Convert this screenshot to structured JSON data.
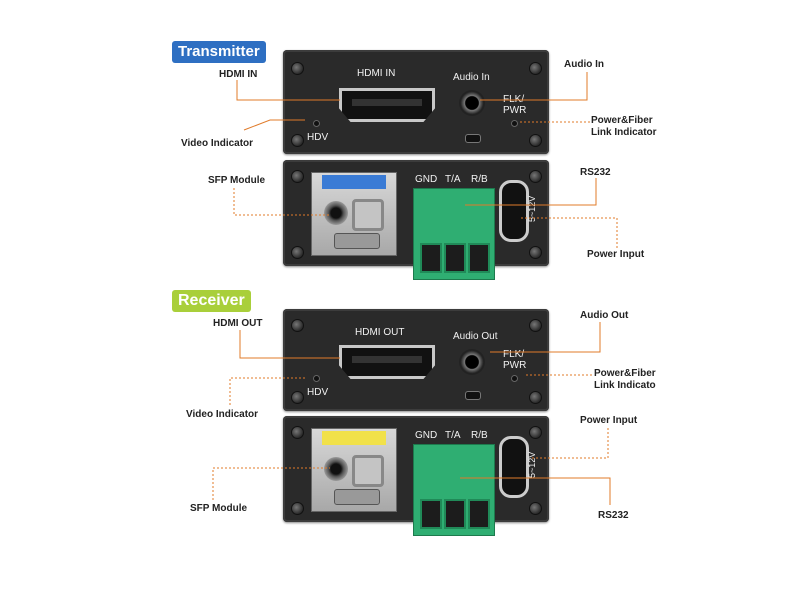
{
  "transmitter": {
    "badge": "Transmitter",
    "top_panel": {
      "hdmi_label": "HDMI IN",
      "audio_label": "Audio In",
      "flk_label": "FLK/\nPWR",
      "hdv_label": "HDV"
    },
    "bottom_panel": {
      "gnd": "GND",
      "ta": "T/A",
      "rb": "R/B",
      "voltage": "5~12V"
    },
    "callouts": {
      "hdmi": "HDMI IN",
      "audio": "Audio In",
      "video_indicator": "Video Indicator",
      "power_fiber": "Power&Fiber\nLink Indicator",
      "sfp": "SFP Module",
      "rs232": "RS232",
      "power_input": "Power Input"
    },
    "sfp_tag_color": "#3a7bd5"
  },
  "receiver": {
    "badge": "Receiver",
    "top_panel": {
      "hdmi_label": "HDMI OUT",
      "audio_label": "Audio Out",
      "flk_label": "FLK/\nPWR",
      "hdv_label": "HDV"
    },
    "bottom_panel": {
      "gnd": "GND",
      "ta": "T/A",
      "rb": "R/B",
      "voltage": "5~12V"
    },
    "callouts": {
      "hdmi": "HDMI OUT",
      "audio": "Audio Out",
      "video_indicator": "Video Indicator",
      "power_fiber": "Power&Fiber\nLink Indicato",
      "sfp": "SFP Module",
      "power_input": "Power Input",
      "rs232": "RS232"
    },
    "sfp_tag_color": "#f1e14a"
  },
  "colors": {
    "leader": "#e07b2a",
    "badge_tx": "#2e6fc2",
    "badge_rx": "#a9cf3a",
    "terminal": "#2fae72"
  }
}
